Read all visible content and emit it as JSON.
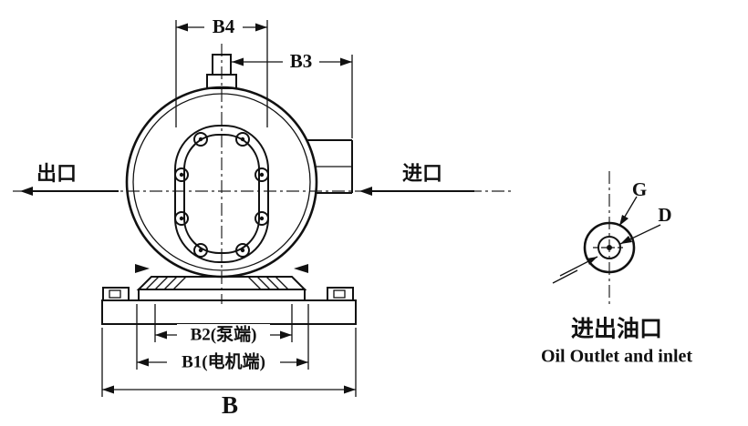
{
  "drawing": {
    "dimensions": {
      "b4": "B4",
      "b3": "B3",
      "b2": "B2(泵端)",
      "b1": "B1(电机端)",
      "b": "B"
    },
    "ports": {
      "outlet": "出口",
      "inlet": "进口"
    },
    "detail": {
      "g_label": "G",
      "d_label": "D",
      "caption_cn": "进出油口",
      "caption_en": "Oil Outlet and inlet"
    },
    "colors": {
      "ink": "#111111",
      "background": "#ffffff"
    }
  }
}
